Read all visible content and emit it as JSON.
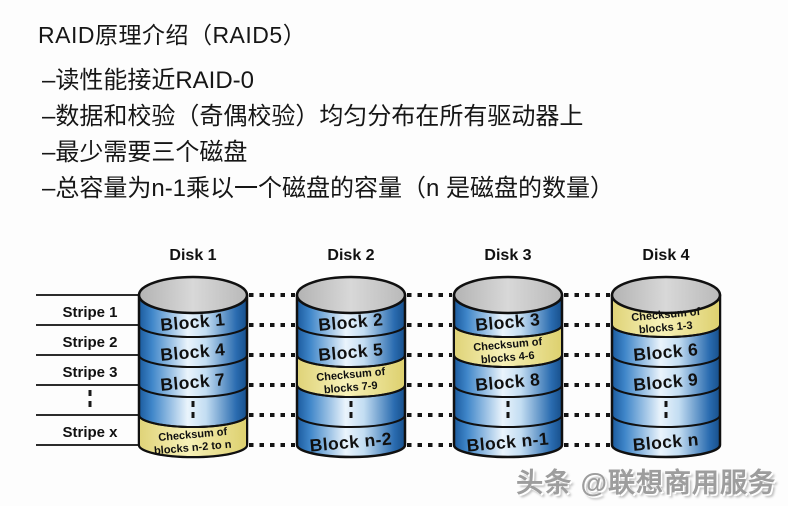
{
  "title": "RAID原理介绍（RAID5）",
  "bullets": [
    "–读性能接近RAID-0",
    "–数据和校验（奇偶校验）均匀分布在所有驱动器上",
    "–最少需要三个磁盘",
    "–总容量为n-1乘以一个磁盘的容量（n 是磁盘的数量）"
  ],
  "diagram": {
    "stripes": [
      {
        "label": "Stripe 1"
      },
      {
        "label": "Stripe 2"
      },
      {
        "label": "Stripe 3"
      },
      {
        "type": "ellipsis"
      },
      {
        "label": "Stripe x"
      }
    ],
    "disks": [
      {
        "name": "Disk 1",
        "segments": [
          {
            "type": "data",
            "label": "Block 1"
          },
          {
            "type": "data",
            "label": "Block 4"
          },
          {
            "type": "data",
            "label": "Block 7"
          },
          {
            "type": "ellipsis"
          },
          {
            "type": "checksum",
            "lines": [
              "Checksum of",
              "blocks n-2 to n"
            ]
          }
        ]
      },
      {
        "name": "Disk 2",
        "segments": [
          {
            "type": "data",
            "label": "Block 2"
          },
          {
            "type": "data",
            "label": "Block 5"
          },
          {
            "type": "checksum",
            "lines": [
              "Checksum of",
              "blocks 7-9"
            ]
          },
          {
            "type": "ellipsis"
          },
          {
            "type": "data",
            "label": "Block n-2"
          }
        ]
      },
      {
        "name": "Disk 3",
        "segments": [
          {
            "type": "data",
            "label": "Block 3"
          },
          {
            "type": "checksum",
            "lines": [
              "Checksum of",
              "blocks 4-6"
            ]
          },
          {
            "type": "data",
            "label": "Block 8"
          },
          {
            "type": "ellipsis"
          },
          {
            "type": "data",
            "label": "Block n-1"
          }
        ]
      },
      {
        "name": "Disk 4",
        "segments": [
          {
            "type": "checksum",
            "lines": [
              "Checksum of",
              "blocks 1-3"
            ]
          },
          {
            "type": "data",
            "label": "Block 6"
          },
          {
            "type": "data",
            "label": "Block 9"
          },
          {
            "type": "ellipsis"
          },
          {
            "type": "data",
            "label": "Block n"
          }
        ]
      }
    ],
    "colors": {
      "disk_body_blue": "#2a6cb0",
      "disk_body_highlight": "#eaf4fc",
      "checksum_yellow": "#f2eba2",
      "disk_top_gray": "#cccccc",
      "outline": "#111111"
    }
  },
  "watermark": "头条 @联想商用服务"
}
